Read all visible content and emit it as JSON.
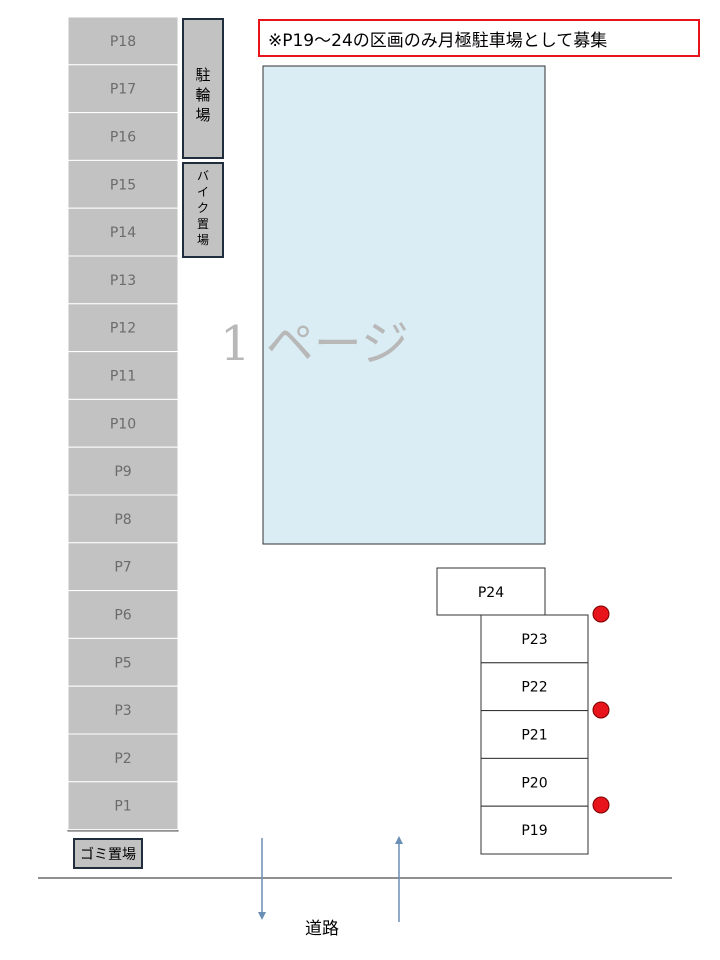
{
  "notice": {
    "text": "※P19～24の区画のみ月極駐車場として募集",
    "border_color": "#e8141c"
  },
  "left_column": {
    "spaces": [
      "P18",
      "P17",
      "P16",
      "P15",
      "P14",
      "P13",
      "P12",
      "P11",
      "P10",
      "P9",
      "P8",
      "P7",
      "P6",
      "P5",
      "P3",
      "P2",
      "P1"
    ],
    "fill_color": "#c2c2c2",
    "text_color": "#6b6b6b"
  },
  "side_areas": {
    "bicycle": "駐輪場",
    "motorbike": "バイク置場",
    "garbage": "ゴミ置場",
    "fill_color": "#c2c2c2",
    "border_color": "#1f2d3d"
  },
  "building": {
    "page_label": "1 ページ",
    "fill_color": "#daedf4"
  },
  "right_spaces": {
    "top": "P24",
    "column": [
      "P23",
      "P22",
      "P21",
      "P20",
      "P19"
    ]
  },
  "markers": {
    "color": "#e8141c",
    "count": 3
  },
  "road": {
    "label": "道路",
    "arrow_color": "#6a8fb5"
  }
}
